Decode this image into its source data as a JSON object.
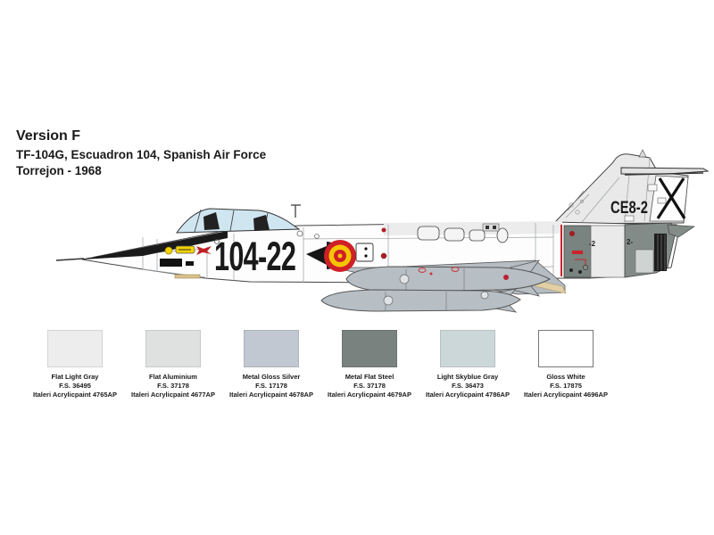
{
  "header": {
    "version": "Version F",
    "aircraft_line": "TF-104G, Escuadron 104, Spanish Air Force",
    "location_line": "Torrejon - 1968"
  },
  "aircraft": {
    "fuselage_code": "104-22",
    "tail_code": "CE8-2",
    "stencil_left": "-2",
    "stencil_right": "2-",
    "markings": [
      "spanish-roundel",
      "rudder-saint-andrews-cross",
      "squadron-eagle-emblem",
      "rescue-arrow-marking"
    ]
  },
  "palette": {
    "roundel_red": "#cf2027",
    "roundel_yellow": "#f6c500",
    "canopy_blue": "#cfe6f0",
    "steel_dark": "#79837f",
    "metal_silver": "#b7bfc5",
    "light_gray": "#ececec",
    "flap_tan": "#e2d0a4",
    "line_red": "#c8232a",
    "ink_black": "#1a1a1a"
  },
  "swatches": [
    {
      "name": "Flat Light Gray",
      "fs": "F.S. 36495",
      "paint": "Italeri Acrylicpaint 4765AP",
      "hex": "#ededee"
    },
    {
      "name": "Flat Aluminium",
      "fs": "F.S. 37178",
      "paint": "Italeri Acrylicpaint 4677AP",
      "hex": "#dfe0e0"
    },
    {
      "name": "Metal Gloss Silver",
      "fs": "F.S. 17178",
      "paint": "Italeri Acrylicpaint 4678AP",
      "hex": "#c2c8d2"
    },
    {
      "name": "Metal Flat Steel",
      "fs": "F.S. 37178",
      "paint": "Italeri Acrylicpaint 4679AP",
      "hex": "#79827f"
    },
    {
      "name": "Light Skyblue Gray",
      "fs": "F.S. 36473",
      "paint": "Italeri Acrylicpaint 4786AP",
      "hex": "#ccd7d9"
    },
    {
      "name": "Gloss White",
      "fs": "F.S. 17875",
      "paint": "Italeri Acrylicpaint 4696AP",
      "hex": "#ffffff"
    }
  ]
}
